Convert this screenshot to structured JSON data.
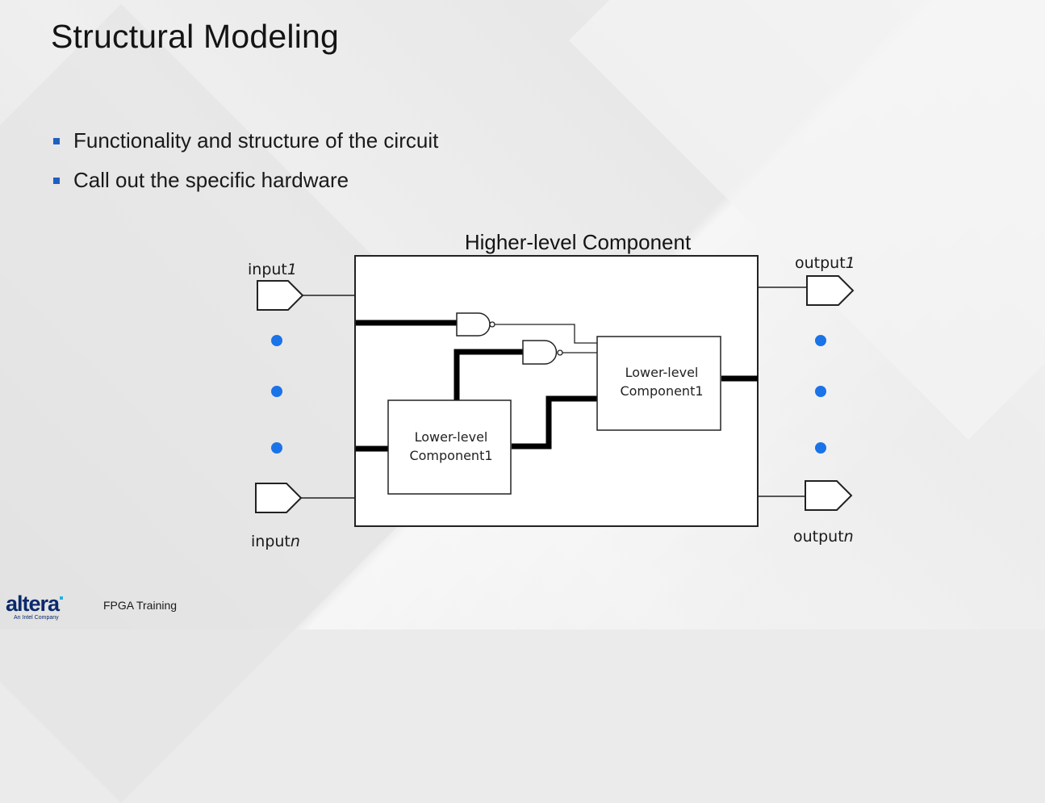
{
  "slide": {
    "title": "Structural Modeling",
    "bullets": [
      "Functionality and structure of the circuit",
      "Call out the specific hardware"
    ],
    "accent_color": "#1f5fc1"
  },
  "diagram": {
    "outer_label": "Higher-level Component",
    "inner_component_left": [
      "Lower-level",
      "Component1"
    ],
    "inner_component_right": [
      "Lower-level",
      "Component1"
    ],
    "input_first": {
      "base": "input",
      "suffix": "1"
    },
    "input_last": {
      "base": "input",
      "suffix": "n"
    },
    "output_first": {
      "base": "output",
      "suffix": "1"
    },
    "output_last": {
      "base": "output",
      "suffix": "n"
    },
    "ellipsis_color": "#1a73e8",
    "gates": [
      "NAND",
      "NAND"
    ]
  },
  "footer": {
    "logo": "altera",
    "logo_sub": "An Intel Company",
    "label": "FPGA Training"
  }
}
